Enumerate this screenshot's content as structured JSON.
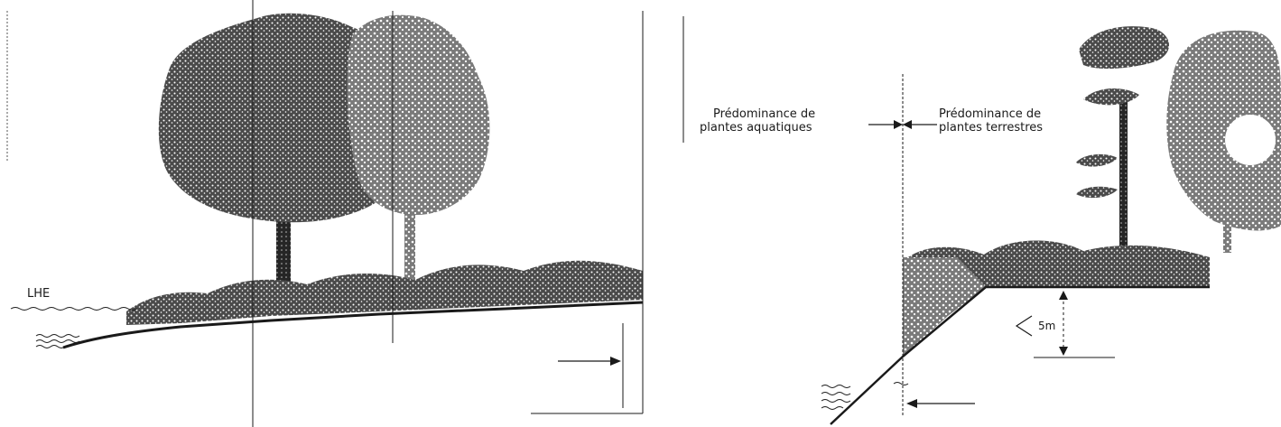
{
  "left_panel": {
    "water_level_label": "LHE"
  },
  "right_panel": {
    "aquatic_label_line1": "Prédominance de",
    "aquatic_label_line2": "plantes aquatiques",
    "terrestrial_label_line1": "Prédominance de",
    "terrestrial_label_line2": "plantes terrestres",
    "height_label": "5m"
  },
  "colors": {
    "ink": "#1a1a1a",
    "foliage": "#3a3a3a",
    "foliage_light": "#6e6e6e",
    "background": "#ffffff"
  }
}
